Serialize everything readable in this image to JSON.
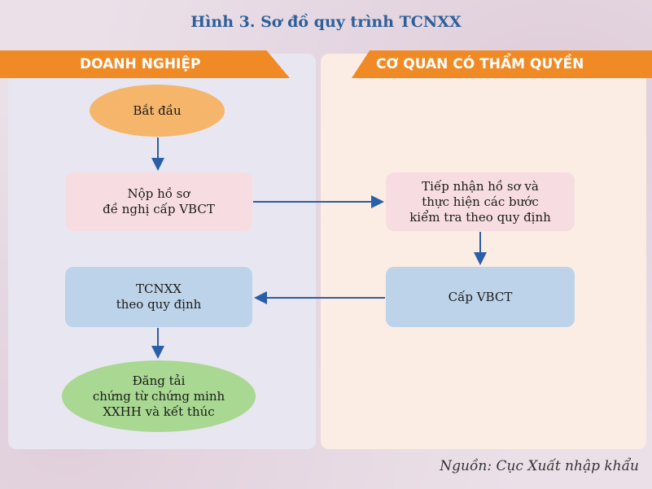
{
  "title": "Hình 3. Sơ đồ quy trình TCNXX",
  "lanes": {
    "left": "DOANH NGHIỆP",
    "right": "CƠ QUAN CÓ THẨM QUYỀN"
  },
  "nodes": {
    "start": "Bắt đầu",
    "submit": "Nộp hồ sơ\nđề nghị cấp VBCT",
    "receive": "Tiếp nhận hồ sơ và\nthực hiện các bước\nkiểm tra theo quy định",
    "issue": "Cấp VBCT",
    "tcnxx": "TCNXX\ntheo quy định",
    "end": "Đăng tải\nchứng từ chứng minh\nXXHH và kết thúc"
  },
  "source": "Nguồn: Cục Xuất nhập khẩu",
  "colors": {
    "header": "#f08a24",
    "title": "#2e5f9a",
    "arrow": "#2a5ea8",
    "start": "#f5b56b",
    "process_pink": "#f7dde2",
    "process_blue": "#bcd3ea",
    "end": "#a8d891"
  }
}
